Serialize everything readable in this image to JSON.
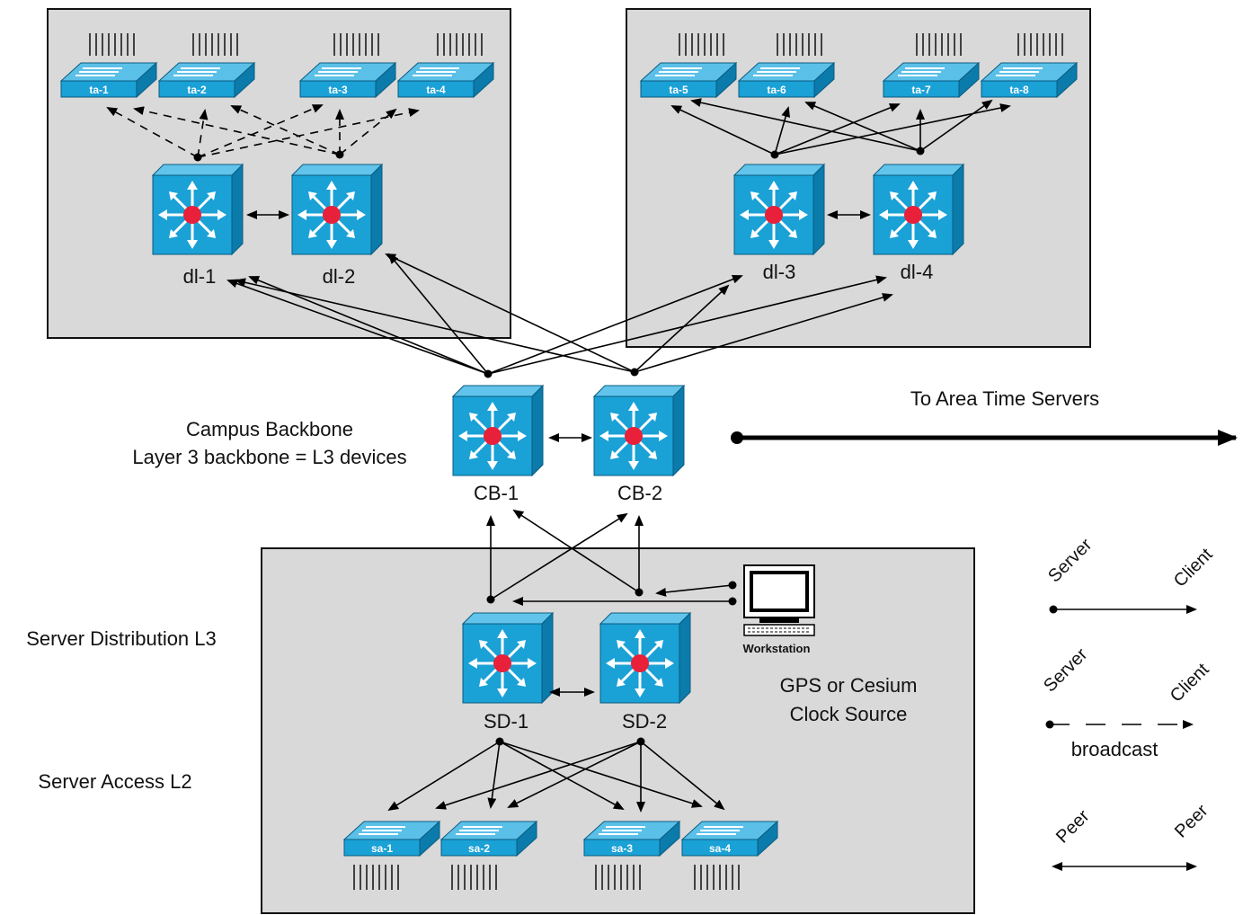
{
  "labels": {
    "campus_backbone": "Campus Backbone",
    "layer3_backbone": "Layer 3 backbone = L3 devices",
    "server_distribution": "Server Distribution L3",
    "server_access": "Server Access L2",
    "area_time_servers": "To Area Time Servers",
    "clock_source_line1": "GPS or Cesium",
    "clock_source_line2": "Clock Source",
    "workstation": "Workstation"
  },
  "devices": {
    "access_top_left": [
      "ta-1",
      "ta-2",
      "ta-3",
      "ta-4"
    ],
    "access_top_right": [
      "ta-5",
      "ta-6",
      "ta-7",
      "ta-8"
    ],
    "distribution": [
      "dl-1",
      "dl-2",
      "dl-3",
      "dl-4"
    ],
    "backbone": [
      "CB-1",
      "CB-2"
    ],
    "server_distribution": [
      "SD-1",
      "SD-2"
    ],
    "server_access": [
      "sa-1",
      "sa-2",
      "sa-3",
      "sa-4"
    ]
  },
  "legend": {
    "server_client": {
      "left": "Server",
      "right": "Client"
    },
    "broadcast": {
      "left": "Server",
      "right": "Client",
      "caption": "broadcast"
    },
    "peer": {
      "left": "Peer",
      "right": "Peer"
    }
  },
  "colors": {
    "device_blue": "#1aa1d6",
    "device_dark": "#0b6f99",
    "core_red": "#e8203a",
    "area_grey": "#d9d9d9"
  }
}
